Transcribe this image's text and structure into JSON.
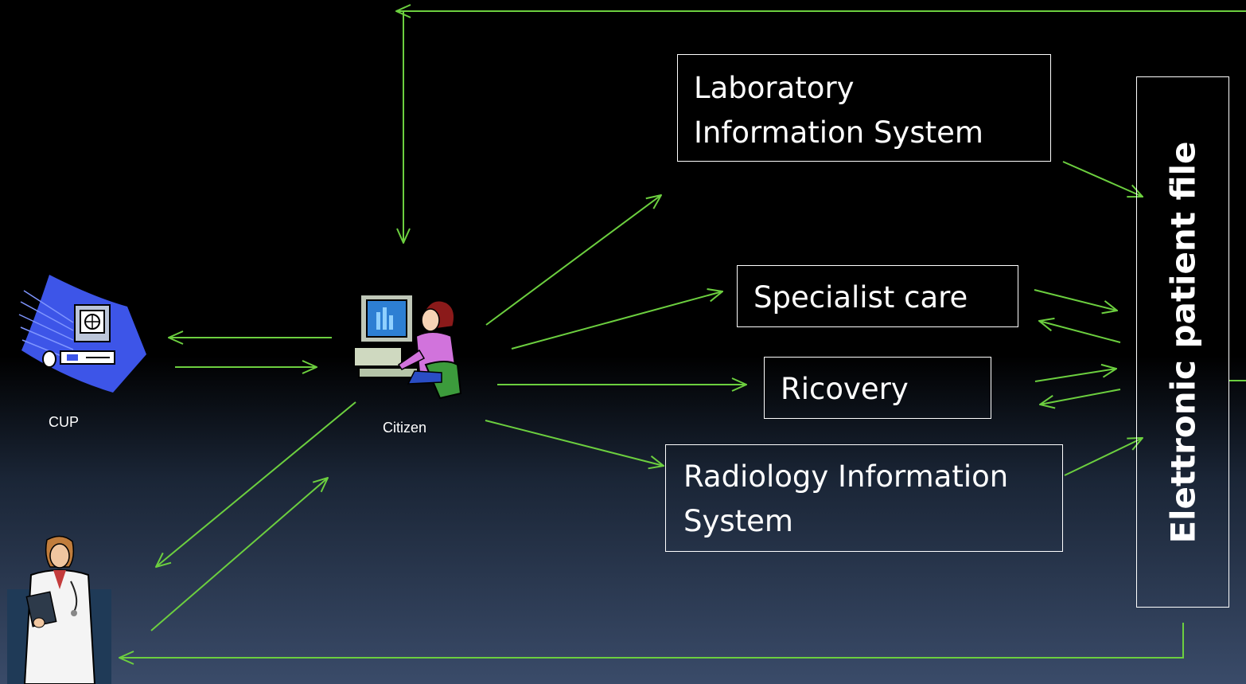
{
  "boxes": {
    "laboratory": [
      "Laboratory",
      "Information System"
    ],
    "specialist": "Specialist care",
    "ricovery": "Ricovery",
    "radiology": [
      "Radiology Information",
      "System"
    ],
    "patient_file": "Elettronic patient file"
  },
  "actors": {
    "cup": "CUP",
    "citizen": "Citizen",
    "doctor": ""
  },
  "icons": {
    "cup": "computer-network-icon",
    "citizen": "person-at-computer-icon",
    "doctor": "doctor-icon"
  },
  "colors": {
    "arrow": "#6ccf3f",
    "background_top": "#000000",
    "background_bottom": "#3a4b69",
    "box_border": "#ffffff",
    "text": "#ffffff"
  }
}
